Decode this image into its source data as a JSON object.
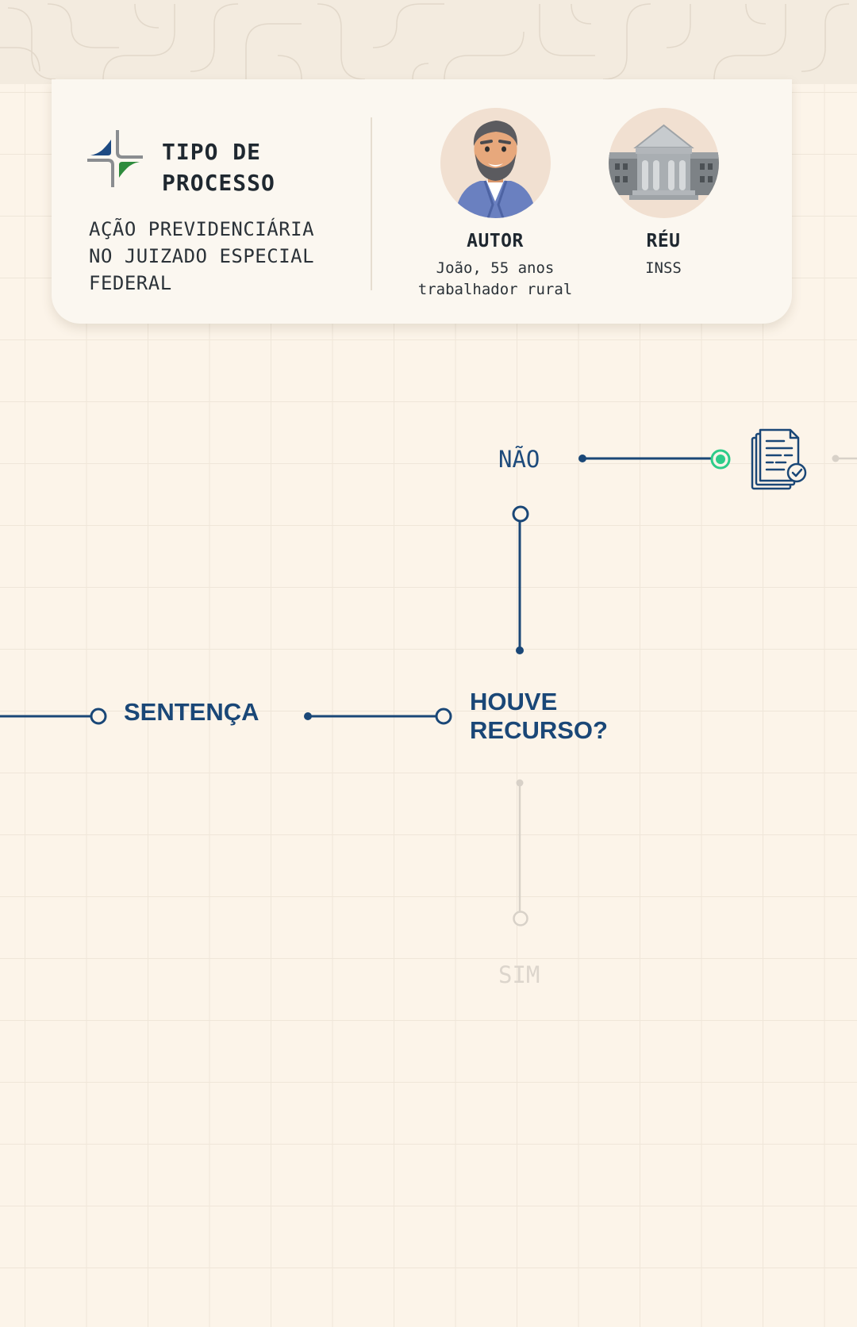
{
  "card": {
    "title": "TIPO DE PROCESSO",
    "subtitle": "AÇÃO PREVIDENCIÁRIA NO JUIZADO ESPECIAL FEDERAL",
    "autor": {
      "role": "AUTOR",
      "desc": "João, 55 anos\ntrabalhador rural"
    },
    "reu": {
      "role": "RÉU",
      "desc": "INSS"
    }
  },
  "flow": {
    "sentenca": "SENTENÇA",
    "question": "HOUVE\nRECURSO?",
    "no": "NÃO",
    "yes": "SIM"
  },
  "colors": {
    "background": "#fcf4e9",
    "primary": "#1a4777",
    "active": "#2ecc8a",
    "muted": "#dcd5cc"
  },
  "icons": [
    "justice-logo-icon",
    "author-avatar-icon",
    "courthouse-icon",
    "document-check-icon"
  ]
}
